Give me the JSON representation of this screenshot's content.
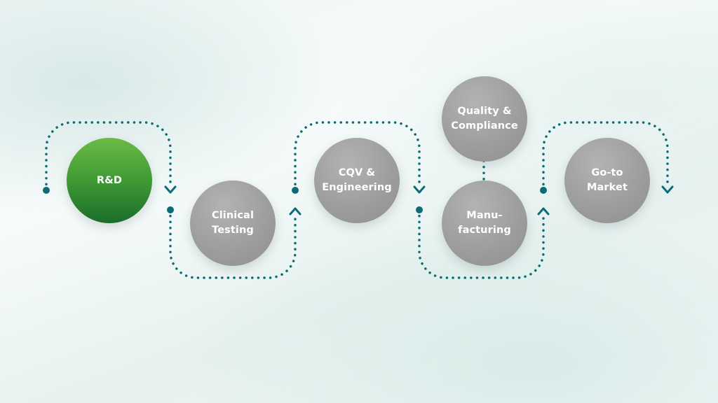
{
  "flow": {
    "colors": {
      "connector": "#0d6b78",
      "active": "#3d9a35",
      "inactive": "#9c9c9c",
      "text": "#ffffff"
    },
    "steps": [
      {
        "id": "rnd",
        "label": "R&D",
        "active": true
      },
      {
        "id": "clinical",
        "label": "Clinical\nTesting",
        "active": false
      },
      {
        "id": "cqv",
        "label": "CQV &\nEngineering",
        "active": false
      },
      {
        "id": "quality",
        "label": "Quality &\nCompliance",
        "active": false
      },
      {
        "id": "manufacturing",
        "label": "Manu-\nfacturing",
        "active": false
      },
      {
        "id": "market",
        "label": "Go-to\nMarket",
        "active": false
      }
    ]
  }
}
